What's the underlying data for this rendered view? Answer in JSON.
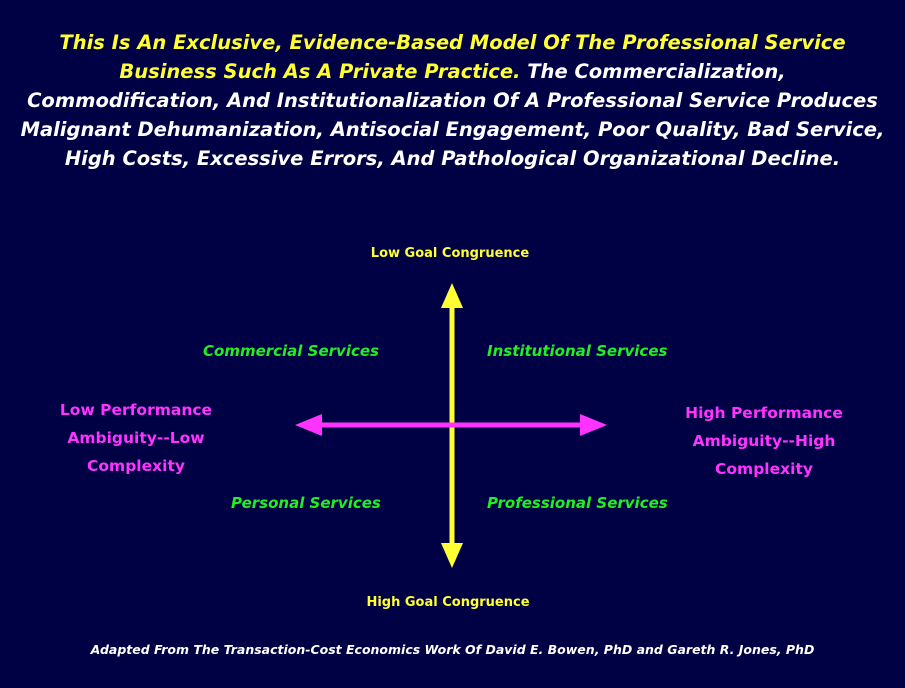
{
  "title": {
    "highlight": "This Is An Exclusive, Evidence-Based Model Of The Professional Service Business Such As A Private Practice.",
    "rest": " The Commercialization, Commodification, And Institutionalization Of A Professional Service Produces Malignant Dehumanization, Antisocial Engagement, Poor Quality, Bad Service, High Costs, Excessive Errors, And Pathological Organizational Decline."
  },
  "axes": {
    "top": "Low Goal Congruence",
    "bottom": "High Goal Congruence",
    "left": [
      "Low Performance",
      "Ambiguity--Low",
      "Complexity"
    ],
    "right": [
      "High Performance",
      "Ambiguity--High",
      "Complexity"
    ]
  },
  "quadrants": {
    "top_left": "Commercial Services",
    "top_right": "Institutional Services",
    "bottom_left": "Personal Services",
    "bottom_right": "Professional Services"
  },
  "footer": "Adapted From The Transaction-Cost Economics Work Of  David E. Bowen, PhD  and Gareth R. Jones, PhD",
  "colors": {
    "background": "#000044",
    "vertical_arrow": "#ffff33",
    "horizontal_arrow": "#ff33ff"
  }
}
